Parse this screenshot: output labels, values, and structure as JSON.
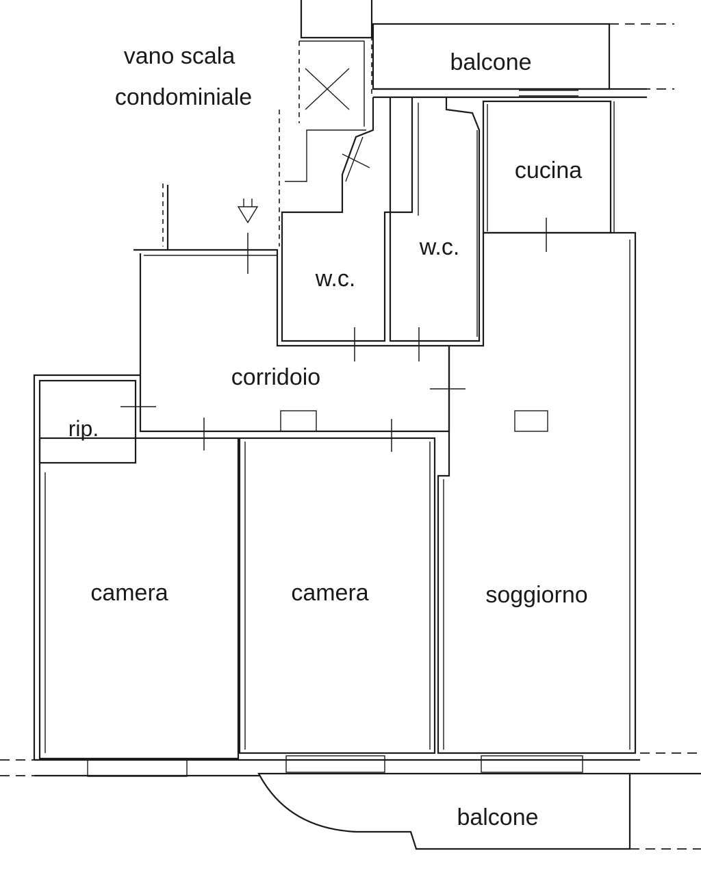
{
  "labels": {
    "stair_line1": "vano scala",
    "stair_line2": "condominiale",
    "balcony_top": "balcone",
    "kitchen": "cucina",
    "wc_left": "w.c.",
    "wc_right": "w.c.",
    "corridor": "corridoio",
    "storage": "rip.",
    "bedroom_left": "camera",
    "bedroom_center": "camera",
    "living": "soggiorno",
    "balcony_bottom": "balcone"
  }
}
